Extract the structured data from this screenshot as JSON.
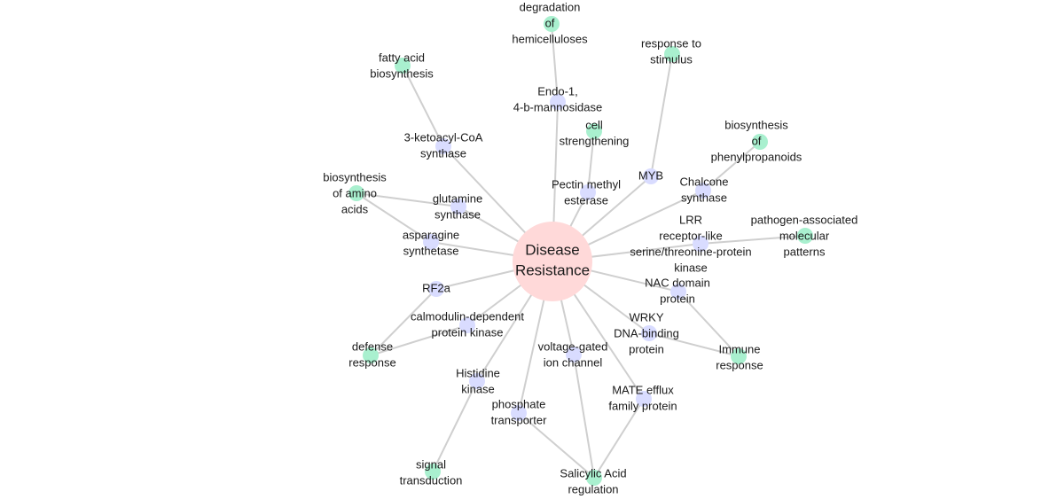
{
  "center": {
    "id": "center",
    "lines": [
      "Disease",
      "Resistance"
    ]
  },
  "genes": [
    {
      "id": "endo",
      "lines": [
        "Endo-1,",
        "4-b-mannosidase"
      ]
    },
    {
      "id": "ketoacyl",
      "lines": [
        "3-ketoacyl-CoA",
        "synthase"
      ]
    },
    {
      "id": "glutamine",
      "lines": [
        "glutamine",
        "synthase"
      ]
    },
    {
      "id": "asparagine",
      "lines": [
        "asparagine",
        "synthetase"
      ]
    },
    {
      "id": "pectin",
      "lines": [
        "Pectin methyl",
        "esterase"
      ]
    },
    {
      "id": "myb",
      "lines": [
        "MYB"
      ]
    },
    {
      "id": "chalcone",
      "lines": [
        "Chalcone",
        "synthase"
      ]
    },
    {
      "id": "lrr",
      "lines": [
        "LRR",
        "receptor-like",
        "serine/threonine-protein",
        "kinase"
      ]
    },
    {
      "id": "nac",
      "lines": [
        "NAC domain",
        "protein"
      ]
    },
    {
      "id": "wrky",
      "lines": [
        "WRKY",
        "DNA-binding",
        "protein"
      ]
    },
    {
      "id": "rf2a",
      "lines": [
        "RF2a"
      ]
    },
    {
      "id": "calmodulin",
      "lines": [
        "calmodulin-dependent",
        "protein kinase"
      ]
    },
    {
      "id": "histidine",
      "lines": [
        "Histidine",
        "kinase"
      ]
    },
    {
      "id": "phosphate",
      "lines": [
        "phosphate",
        "transporter"
      ]
    },
    {
      "id": "voltage",
      "lines": [
        "voltage-gated",
        "ion channel"
      ]
    },
    {
      "id": "mate",
      "lines": [
        "MATE efflux",
        "family protein"
      ]
    }
  ],
  "functions": [
    {
      "id": "hemicellulose",
      "lines": [
        "degradation",
        "of",
        "hemicelluloses"
      ]
    },
    {
      "id": "stimulus",
      "lines": [
        "response to",
        "stimulus"
      ]
    },
    {
      "id": "fatty",
      "lines": [
        "fatty acid",
        "biosynthesis"
      ]
    },
    {
      "id": "cellwall",
      "lines": [
        "cell",
        "strengthening"
      ]
    },
    {
      "id": "phenyl",
      "lines": [
        "biosynthesis",
        "of",
        "phenylpropanoids"
      ]
    },
    {
      "id": "amino",
      "lines": [
        "biosynthesis",
        "of amino",
        "acids"
      ]
    },
    {
      "id": "pamp",
      "lines": [
        "pathogen-associated",
        "molecular",
        "patterns"
      ]
    },
    {
      "id": "defense",
      "lines": [
        "defense",
        "response"
      ]
    },
    {
      "id": "immune",
      "lines": [
        "Immune",
        "response"
      ]
    },
    {
      "id": "signal",
      "lines": [
        "signal",
        "transduction"
      ]
    },
    {
      "id": "salicylic",
      "lines": [
        "Salicylic Acid",
        "regulation"
      ]
    }
  ],
  "edges": [
    [
      "center",
      "endo"
    ],
    [
      "center",
      "ketoacyl"
    ],
    [
      "center",
      "glutamine"
    ],
    [
      "center",
      "asparagine"
    ],
    [
      "center",
      "pectin"
    ],
    [
      "center",
      "myb"
    ],
    [
      "center",
      "chalcone"
    ],
    [
      "center",
      "lrr"
    ],
    [
      "center",
      "nac"
    ],
    [
      "center",
      "wrky"
    ],
    [
      "center",
      "rf2a"
    ],
    [
      "center",
      "calmodulin"
    ],
    [
      "center",
      "histidine"
    ],
    [
      "center",
      "phosphate"
    ],
    [
      "center",
      "voltage"
    ],
    [
      "center",
      "mate"
    ],
    [
      "endo",
      "hemicellulose"
    ],
    [
      "myb",
      "stimulus"
    ],
    [
      "ketoacyl",
      "fatty"
    ],
    [
      "pectin",
      "cellwall"
    ],
    [
      "chalcone",
      "phenyl"
    ],
    [
      "glutamine",
      "amino"
    ],
    [
      "asparagine",
      "amino"
    ],
    [
      "lrr",
      "pamp"
    ],
    [
      "nac",
      "immune"
    ],
    [
      "wrky",
      "immune"
    ],
    [
      "calmodulin",
      "defense"
    ],
    [
      "rf2a",
      "defense"
    ],
    [
      "histidine",
      "signal"
    ],
    [
      "phosphate",
      "salicylic"
    ],
    [
      "voltage",
      "salicylic"
    ],
    [
      "mate",
      "salicylic"
    ]
  ],
  "colors": {
    "center": "#ffd9d9",
    "gene": "#d9dcff",
    "function": "#a9f0cf",
    "edge": "#cfcfcf"
  }
}
